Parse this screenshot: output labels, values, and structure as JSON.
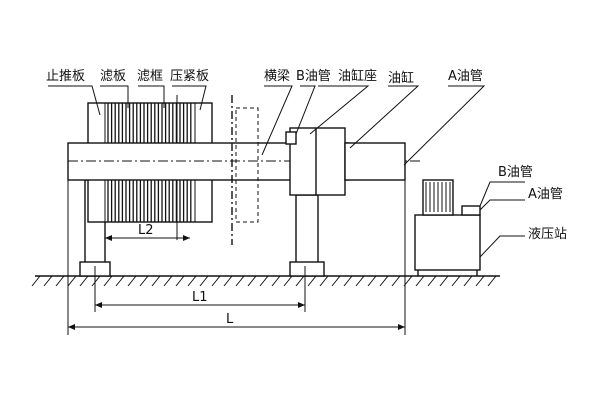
{
  "labels": {
    "stop_plate": "止推板",
    "filter_plate": "滤板",
    "filter_frame": "滤框",
    "press_plate": "压紧板",
    "beam": "横梁",
    "b_pipe_top": "B油管",
    "cylinder_seat": "油缸座",
    "cylinder": "油缸",
    "a_pipe_top": "A油管",
    "b_pipe_right": "B油管",
    "a_pipe_right": "A油管",
    "hydraulic_station": "液压站"
  },
  "dimensions": {
    "l2": "L2",
    "l1": "L1",
    "l": "L"
  }
}
